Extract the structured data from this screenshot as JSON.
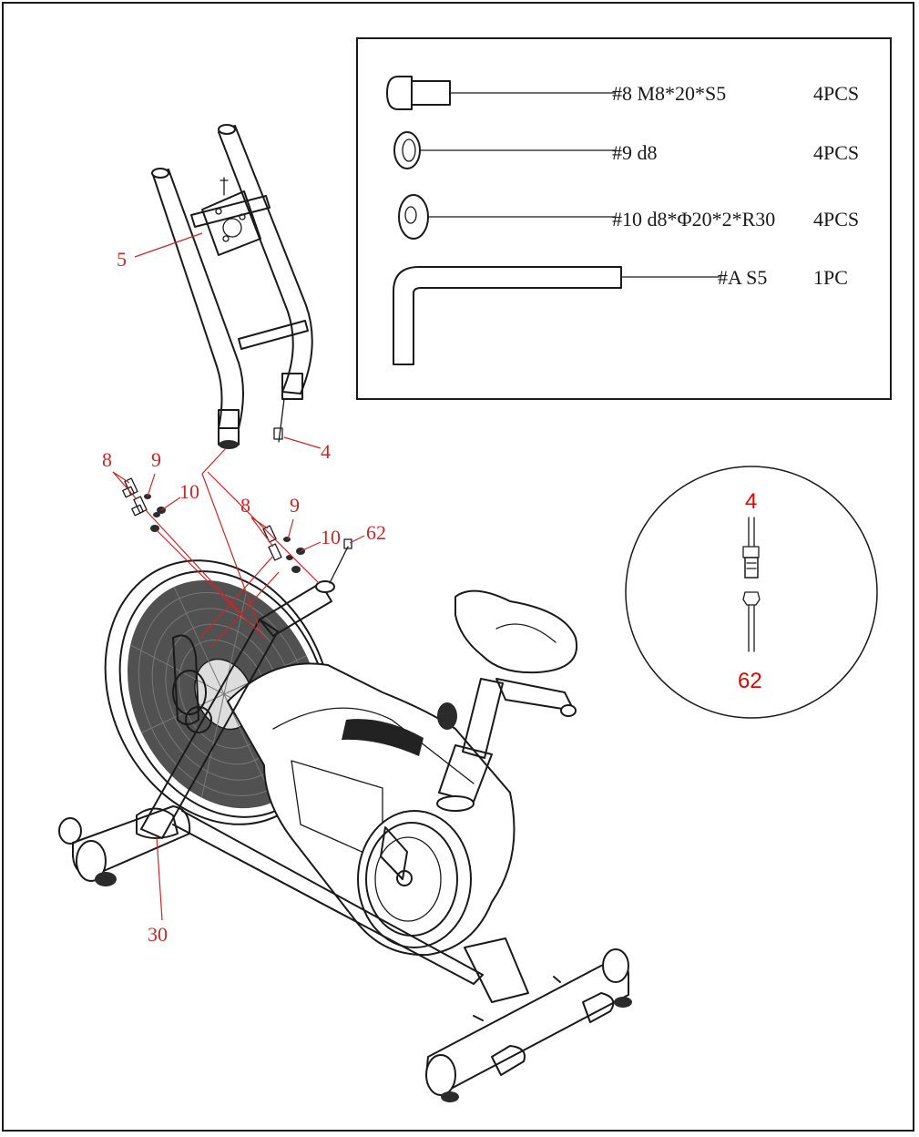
{
  "hardware": [
    {
      "code": "#8 M8*20*S5",
      "qty": "4PCS"
    },
    {
      "code": "#9 d8",
      "qty": "4PCS"
    },
    {
      "code": "#10 d8*Φ20*2*R30",
      "qty": "4PCS"
    },
    {
      "code": "#A S5",
      "qty": "1PC"
    }
  ],
  "callouts": {
    "handlebar": "5",
    "cable_upper": "4",
    "bolt_left": "8",
    "spring_washer_left": "9",
    "flat_washer_left": "10",
    "bolt_right": "8",
    "spring_washer_right": "9",
    "flat_washer_right": "10",
    "cable_lower": "62",
    "front_tube": "30"
  },
  "connector_inset": {
    "top": "4",
    "bottom": "62"
  },
  "colors": {
    "line": "#1a1a1a",
    "callout": "#c62828",
    "inset_label": "#e00000"
  }
}
